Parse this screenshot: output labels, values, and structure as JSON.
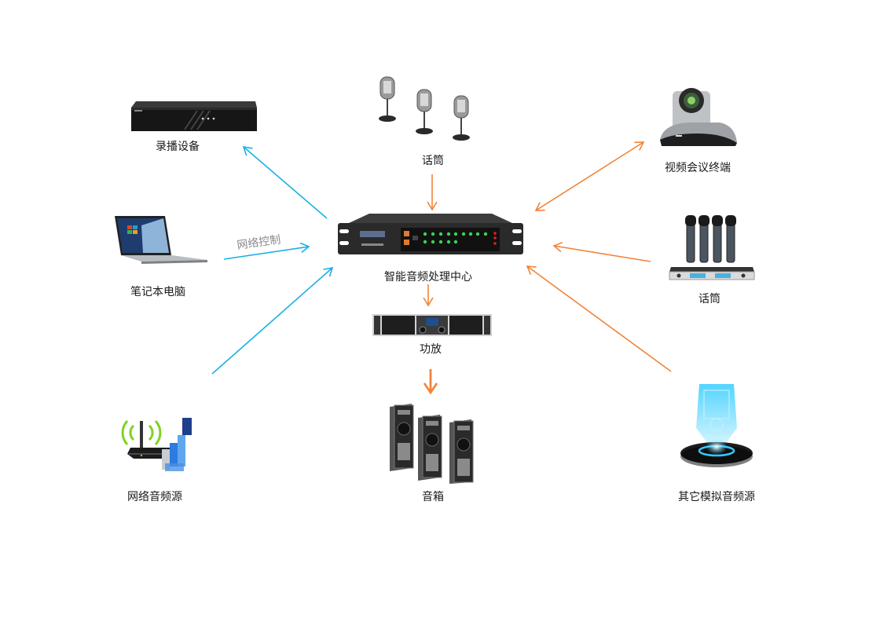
{
  "diagram": {
    "colors": {
      "network": "#1ab0e6",
      "audio": "#f0843a"
    },
    "nodes": {
      "center": {
        "label": "智能音频处理中心"
      },
      "recorder": {
        "label": "录播设备"
      },
      "laptop": {
        "label": "笔记本电脑"
      },
      "network_source": {
        "label": "网络音频源"
      },
      "gooseneck_mics": {
        "label": "话筒"
      },
      "amplifier": {
        "label": "功放"
      },
      "speakers": {
        "label": "音箱"
      },
      "video_conf": {
        "label": "视频会议终端"
      },
      "wireless_mics": {
        "label": "话筒"
      },
      "analog_source": {
        "label": "其它模拟音频源"
      }
    },
    "edges": [
      {
        "from": "center",
        "to": "recorder",
        "type": "network",
        "direction": "to"
      },
      {
        "from": "laptop",
        "to": "center",
        "type": "network",
        "direction": "to",
        "label": "网络控制"
      },
      {
        "from": "network_source",
        "to": "center",
        "type": "network",
        "direction": "to"
      },
      {
        "from": "gooseneck_mics",
        "to": "center",
        "type": "audio",
        "direction": "to"
      },
      {
        "from": "center",
        "to": "amplifier",
        "type": "audio",
        "direction": "to"
      },
      {
        "from": "amplifier",
        "to": "speakers",
        "type": "audio",
        "direction": "to"
      },
      {
        "from": "center",
        "to": "video_conf",
        "type": "audio",
        "direction": "both"
      },
      {
        "from": "wireless_mics",
        "to": "center",
        "type": "audio",
        "direction": "to"
      },
      {
        "from": "analog_source",
        "to": "center",
        "type": "audio",
        "direction": "to"
      }
    ],
    "edge_label_network_control": "网络控制"
  }
}
